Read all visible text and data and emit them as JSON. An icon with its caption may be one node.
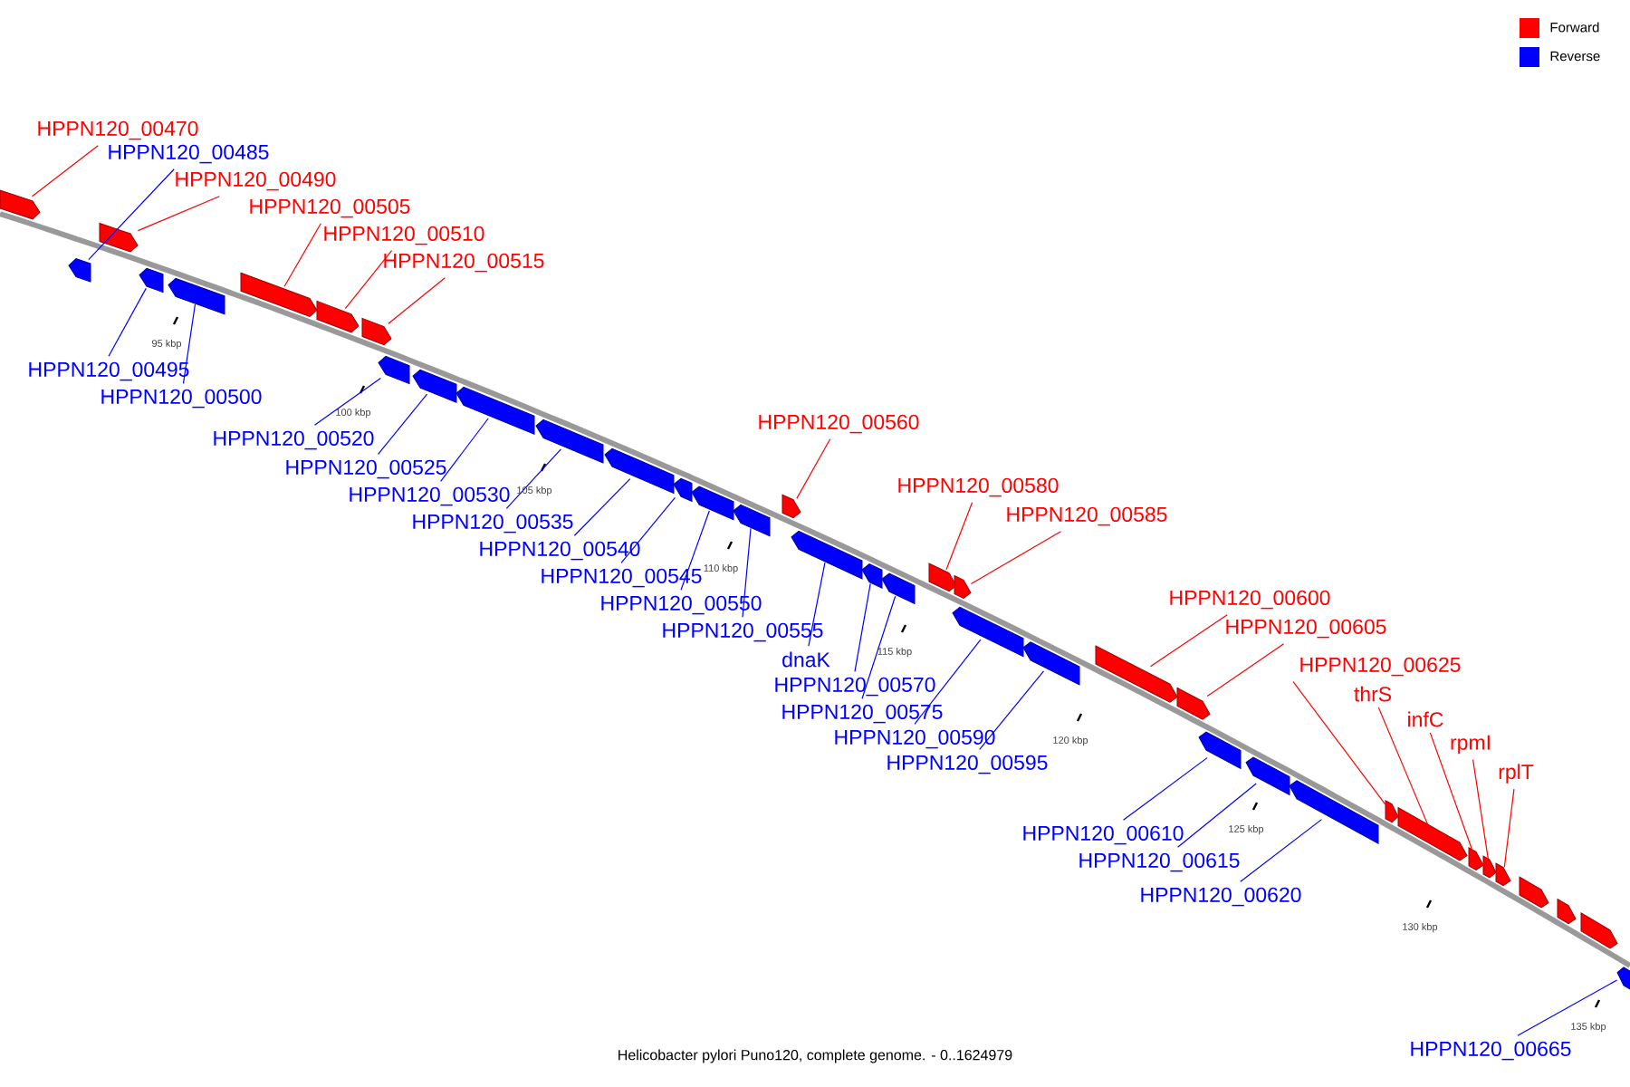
{
  "diagram": {
    "caption": "Helicobacter pylori Puno120, complete genome. - 0..1624979",
    "nodes": [
      {
        "text": [
          "HPPN120_00470"
        ]
      },
      {
        "text": [],
        "shape": "bar"
      },
      {
        "text": [
          "HPPN120_00485"
        ]
      },
      {
        "text": [],
        "shape": "bar"
      },
      {
        "text": [
          "HPPN120_00490"
        ]
      },
      {
        "text": [],
        "shape": "bar"
      },
      {
        "text": [
          "HPPN120_00505"
        ]
      },
      {
        "text": [],
        "shape": "bar"
      },
      {
        "text": [
          "HPPN120_00510"
        ]
      },
      {
        "text": [],
        "shape": "bar"
      },
      {
        "text": [
          "HPPN120_00515"
        ]
      },
      {
        "text": [],
        "shape": "bar"
      },
      {
        "text": [
          "HPPN120_00495"
        ]
      },
      {
        "text": [],
        "shape": "bar"
      },
      {
        "text": [
          "HPPN120_00500"
        ]
      },
      {
        "text": [],
        "shape": "bar"
      },
      {
        "text": [
          "HPPN120_00520"
        ]
      },
      {
        "text": [],
        "shape": "bar"
      },
      {
        "text": [
          "HPPN120_00525"
        ]
      },
      {
        "text": [],
        "shape": "bar"
      },
      {
        "text": [
          "HPPN120_00530"
        ]
      },
      {
        "text": [],
        "shape": "bar"
      },
      {
        "text": [
          "HPPN120_00535"
        ]
      },
      {
        "text": [],
        "shape": "bar"
      },
      {
        "text": [
          "HPPN120_00540"
        ]
      },
      {
        "text": [],
        "shape": "bar"
      },
      {
        "text": [
          "HPPN120_00545"
        ]
      },
      {
        "text": [],
        "shape": "bar"
      },
      {
        "text": [
          "HPPN120_00550"
        ]
      },
      {
        "text": [],
        "shape": "bar"
      },
      {
        "text": [
          "HPPN120_00555"
        ]
      },
      {
        "text": [],
        "shape": "bar"
      },
      {
        "text": [
          "HPPN120_00560"
        ]
      },
      {
        "text": [],
        "shape": "bar"
      },
      {
        "text": [
          "dnaK"
        ]
      },
      {
        "text": [],
        "shape": "bar"
      },
      {
        "text": [
          "HPPN120_00570"
        ]
      },
      {
        "text": [],
        "shape": "bar"
      },
      {
        "text": [
          "HPPN120_00575"
        ]
      },
      {
        "text": [],
        "shape": "bar"
      },
      {
        "text": [
          "HPPN120_00580"
        ]
      },
      {
        "text": [],
        "shape": "bar"
      },
      {
        "text": [
          "HPPN120_00585"
        ]
      },
      {
        "text": [],
        "shape": "bar"
      },
      {
        "text": [
          "HPPN120_00590"
        ]
      },
      {
        "text": [],
        "shape": "bar"
      },
      {
        "text": [
          "HPPN120_00595"
        ]
      },
      {
        "text": [],
        "shape": "bar"
      },
      {
        "text": [
          "HPPN120_00600"
        ]
      },
      {
        "text": [],
        "shape": "bar"
      },
      {
        "text": [
          "HPPN120_00605"
        ]
      },
      {
        "text": [],
        "shape": "bar"
      },
      {
        "text": [
          "HPPN120_00625"
        ]
      },
      {
        "text": [],
        "shape": "bar"
      },
      {
        "text": [
          "thrS"
        ]
      },
      {
        "text": [],
        "shape": "bar"
      },
      {
        "text": [
          "infC"
        ]
      },
      {
        "text": [],
        "shape": "bar"
      },
      {
        "text": [
          "rpmI"
        ]
      },
      {
        "text": [],
        "shape": "bar"
      },
      {
        "text": [
          "rplT"
        ]
      },
      {
        "text": [],
        "shape": "bar"
      },
      {
        "text": [
          "HPPN120_00610"
        ]
      },
      {
        "text": [],
        "shape": "bar"
      },
      {
        "text": [
          "HPPN120_00615"
        ]
      },
      {
        "text": [],
        "shape": "bar"
      },
      {
        "text": [
          "HPPN120_00620"
        ]
      },
      {
        "text": [],
        "shape": "bar"
      },
      {
        "text": [
          "HPPN120_00665"
        ]
      },
      {
        "text": [],
        "shape": "bar"
      },
      {
        "text": [],
        "shape": "bar"
      },
      {
        "text": [],
        "shape": "bar"
      },
      {
        "text": [],
        "shape": "bar"
      }
    ],
    "edges": [
      {
        "from": 0,
        "to": 1,
        "arrow": "none",
        "color": "#ff0000"
      },
      {
        "from": 2,
        "to": 3,
        "arrow": "none"
      },
      {
        "from": 4,
        "to": 5,
        "arrow": "none",
        "color": "#ff0000"
      },
      {
        "from": 6,
        "to": 7,
        "arrow": "none",
        "color": "#ff0000"
      },
      {
        "from": 8,
        "to": 9,
        "arrow": "none",
        "color": "#ff0000"
      },
      {
        "from": 10,
        "to": 11,
        "arrow": "none",
        "color": "#ff0000"
      },
      {
        "from": 12,
        "to": 13,
        "arrow": "none"
      },
      {
        "from": 14,
        "to": 15,
        "arrow": "none"
      },
      {
        "from": 16,
        "to": 17,
        "arrow": "none"
      },
      {
        "from": 18,
        "to": 19,
        "arrow": "none"
      },
      {
        "from": 20,
        "to": 21,
        "arrow": "none"
      },
      {
        "from": 22,
        "to": 23,
        "arrow": "none"
      },
      {
        "from": 24,
        "to": 25,
        "arrow": "none"
      },
      {
        "from": 26,
        "to": 27,
        "arrow": "none"
      },
      {
        "from": 28,
        "to": 29,
        "arrow": "none"
      },
      {
        "from": 30,
        "to": 31,
        "arrow": "none"
      },
      {
        "from": 32,
        "to": 33,
        "arrow": "none",
        "color": "#ff0000"
      },
      {
        "from": 34,
        "to": 35,
        "arrow": "none"
      },
      {
        "from": 36,
        "to": 37,
        "arrow": "none"
      },
      {
        "from": 38,
        "to": 39,
        "arrow": "none"
      },
      {
        "from": 40,
        "to": 41,
        "arrow": "none",
        "color": "#ff0000"
      },
      {
        "from": 42,
        "to": 43,
        "arrow": "none",
        "color": "#ff0000"
      },
      {
        "from": 44,
        "to": 45,
        "arrow": "none"
      },
      {
        "from": 46,
        "to": 47,
        "arrow": "none"
      },
      {
        "from": 48,
        "to": 49,
        "arrow": "none",
        "color": "#ff0000"
      },
      {
        "from": 50,
        "to": 51,
        "arrow": "none",
        "color": "#ff0000"
      },
      {
        "from": 52,
        "to": 53,
        "arrow": "none",
        "color": "#ff0000"
      },
      {
        "from": 54,
        "to": 55,
        "arrow": "none",
        "color": "#ff0000"
      },
      {
        "from": 56,
        "to": 57,
        "arrow": "none",
        "color": "#ff0000"
      },
      {
        "from": 58,
        "to": 59,
        "arrow": "none",
        "color": "#ff0000"
      },
      {
        "from": 60,
        "to": 61,
        "arrow": "none",
        "color": "#ff0000"
      },
      {
        "from": 62,
        "to": 63,
        "arrow": "none"
      },
      {
        "from": 64,
        "to": 65,
        "arrow": "none"
      },
      {
        "from": 66,
        "to": 67,
        "arrow": "none"
      },
      {
        "from": 68,
        "to": 69,
        "arrow": "none"
      }
    ],
    "labels": [
      "95 kbp",
      "100 kbp",
      "105 kbp",
      "110 kbp",
      "115 kbp",
      "120 kbp",
      "125 kbp",
      "130 kbp",
      "135 kbp"
    ],
    "legend": [
      {
        "text": "Forward",
        "color": "#ff0000"
      },
      {
        "text": "Reverse",
        "color": "#0000ff"
      }
    ]
  }
}
